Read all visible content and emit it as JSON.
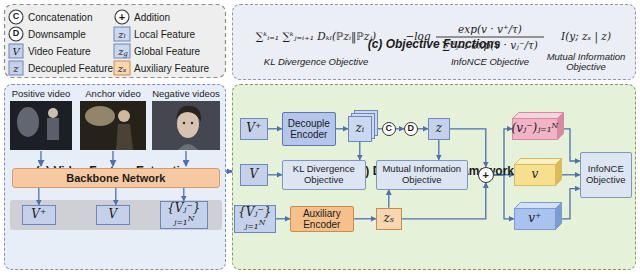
{
  "diagram": {
    "nodes": [
      {
        "text": [
          "(c) Objective Functions"
        ]
      },
      {
        "text": [
          "(a) Video Feature Extraction"
        ]
      },
      {
        "text": [
          "Backbone Network"
        ],
        "in": 1
      },
      {
        "text": [
          "V⁺"
        ],
        "in": 1
      },
      {
        "text": [
          "V"
        ],
        "in": 1
      },
      {
        "text": [
          "{Vⱼ⁻}ⱼ₌₁ᴺ"
        ],
        "in": 1
      },
      {
        "text": [
          "(b) DMI-Encoder Framework"
        ]
      },
      {
        "text": [
          "V⁺"
        ],
        "in": 6
      },
      {
        "text": [
          "V"
        ],
        "in": 6
      },
      {
        "text": [
          "{Vⱼ⁻}ⱼ₌₁ᴺ"
        ],
        "in": 6
      },
      {
        "text": [
          "Decouple Encoder"
        ],
        "in": 6
      },
      {
        "text": [
          "zᵢ"
        ],
        "in": 6
      },
      {
        "text": [
          "C"
        ],
        "in": 6
      },
      {
        "text": [
          "D"
        ],
        "in": 6
      },
      {
        "text": [
          "z"
        ],
        "in": 6
      },
      {
        "text": [
          "KL Divergence Objective"
        ],
        "in": 6
      },
      {
        "text": [
          "Mutual Information Objective"
        ],
        "in": 6
      },
      {
        "text": [
          "Auxiliary Encoder"
        ],
        "in": 6
      },
      {
        "text": [
          "zₛ"
        ],
        "in": 6
      },
      {
        "text": [
          "+"
        ],
        "in": 6
      },
      {
        "text": [
          "(vⱼ⁻)ⱼ₌₁ᴺ"
        ],
        "in": 6
      },
      {
        "text": [
          "v"
        ],
        "in": 6
      },
      {
        "text": [
          "v⁺"
        ],
        "in": 6
      },
      {
        "text": [
          "InfoNCE Objective"
        ],
        "in": 6
      }
    ],
    "edges": [
      {
        "from": 1,
        "to": 6,
        "arrow": "to"
      },
      {
        "from": 2,
        "to": 3,
        "arrow": "to"
      },
      {
        "from": 2,
        "to": 4,
        "arrow": "to"
      },
      {
        "from": 2,
        "to": 5,
        "arrow": "to"
      },
      {
        "from": 7,
        "to": 10,
        "arrow": "to"
      },
      {
        "from": 10,
        "to": 11,
        "arrow": "to"
      },
      {
        "from": 11,
        "to": 12,
        "arrow": "none"
      },
      {
        "from": 12,
        "to": 13,
        "arrow": "to"
      },
      {
        "from": 13,
        "to": 14,
        "arrow": "to"
      },
      {
        "from": 11,
        "to": 15,
        "arrow": "to"
      },
      {
        "from": 8,
        "to": 15,
        "arrow": "to"
      },
      {
        "from": 14,
        "to": 16,
        "arrow": "to"
      },
      {
        "from": 18,
        "to": 16,
        "arrow": "to"
      },
      {
        "from": 9,
        "to": 17,
        "arrow": "to"
      },
      {
        "from": 17,
        "to": 18,
        "arrow": "to"
      },
      {
        "from": 14,
        "to": 19,
        "arrow": "to"
      },
      {
        "from": 18,
        "to": 19,
        "arrow": "to"
      },
      {
        "from": 19,
        "to": 20,
        "arrow": "to"
      },
      {
        "from": 19,
        "to": 21,
        "arrow": "to"
      },
      {
        "from": 19,
        "to": 22,
        "arrow": "to"
      },
      {
        "from": 20,
        "to": 23,
        "arrow": "to"
      },
      {
        "from": 21,
        "to": 23,
        "arrow": "to"
      },
      {
        "from": 22,
        "to": 23,
        "arrow": "to"
      }
    ],
    "labels": [
      "C",
      "D",
      "V",
      "z",
      "+",
      "zₗ",
      "z",
      "g",
      "zₛ",
      "∑ᵏᵢ₌₁ ∑ᵏⱼ₌ᵢ₊₁ Dₖₗ(ℙzᵢ‖ℙzⱼ)",
      "−log",
      "exp(v · v⁺/τ)",
      "∑ᴺⱼ₌₁ exp(v · vⱼ⁻/τ)",
      "I(y; zₛ | z)",
      "KL Divergence Objective",
      "InfoNCE Objective",
      "Mutual Information Objective",
      "Positive video",
      "Anchor video",
      "Negative videos"
    ],
    "legend": [
      {
        "text": "Concatenation"
      },
      {
        "text": "Downsample"
      },
      {
        "text": "Video Feature"
      },
      {
        "text": "Decoupled Feature"
      },
      {
        "text": "Addition"
      },
      {
        "text": "Local Feature"
      },
      {
        "text": "Global Feature"
      },
      {
        "text": "Auxiliary Feature"
      }
    ]
  }
}
